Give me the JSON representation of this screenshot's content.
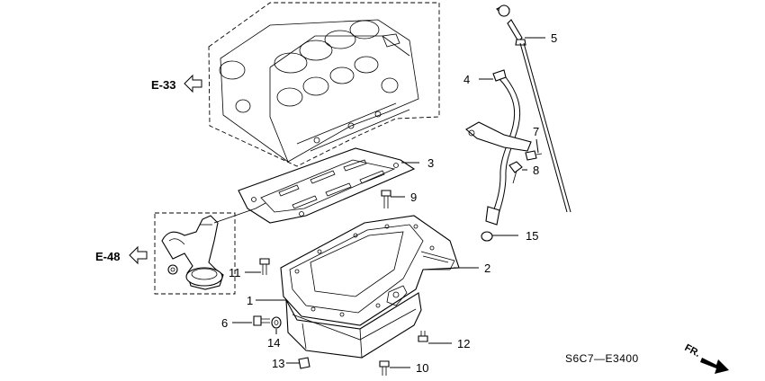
{
  "callouts": {
    "c1": "1",
    "c2": "2",
    "c3": "3",
    "c4": "4",
    "c5": "5",
    "c6": "6",
    "c7": "7",
    "c8": "8",
    "c9": "9",
    "c10": "10",
    "c11": "11",
    "c12": "12",
    "c13": "13",
    "c14": "14",
    "c15": "15"
  },
  "references": {
    "engine_block": "E-33",
    "oil_strainer": "E-48"
  },
  "diagram_code": "S6C7—E3400",
  "front_indicator": "FR."
}
